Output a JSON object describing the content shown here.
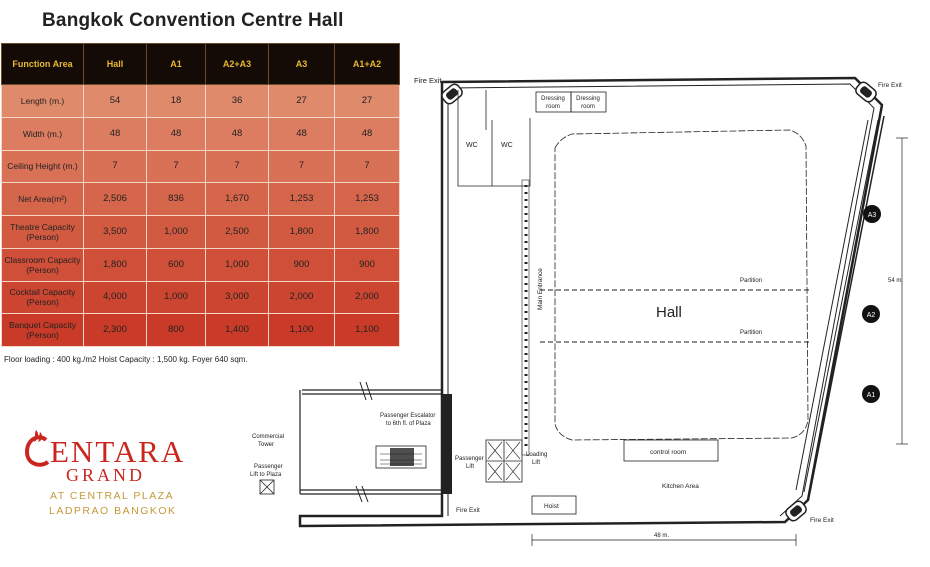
{
  "title": "Bangkok Convention Centre Hall",
  "table": {
    "headers": [
      "Function Area",
      "Hall",
      "A1",
      "A2+A3",
      "A3",
      "A1+A2"
    ],
    "rows": [
      {
        "label": "Length (m.)",
        "values": [
          "54",
          "18",
          "36",
          "27",
          "27"
        ],
        "bg": "#e08a6c"
      },
      {
        "label": "Width (m.)",
        "values": [
          "48",
          "48",
          "48",
          "48",
          "48"
        ],
        "bg": "#dc7c60"
      },
      {
        "label": "Ceiling Height (m.)",
        "values": [
          "7",
          "7",
          "7",
          "7",
          "7"
        ],
        "bg": "#d97156"
      },
      {
        "label": "Net Area(m²)",
        "values": [
          "2,506",
          "836",
          "1,670",
          "1,253",
          "1,253"
        ],
        "bg": "#d5664b"
      },
      {
        "label": "Theatre Capacity (Person)",
        "values": [
          "3,500",
          "1,000",
          "2,500",
          "1,800",
          "1,800"
        ],
        "bg": "#d25a41"
      },
      {
        "label": "Classroom Capacity (Person)",
        "values": [
          "1,800",
          "600",
          "1,000",
          "900",
          "900"
        ],
        "bg": "#cf4f38"
      },
      {
        "label": "Cocktail Capacity (Person)",
        "values": [
          "4,000",
          "1,000",
          "3,000",
          "2,000",
          "2,000"
        ],
        "bg": "#cc4530"
      },
      {
        "label": "Banquet Capacity (Person)",
        "values": [
          "2,300",
          "800",
          "1,400",
          "1,100",
          "1,100"
        ],
        "bg": "#c93b28"
      }
    ]
  },
  "footer_note": "Floor loading : 400 kg./m2    Hoist Capacity : 1,500 kg.    Foyer 640 sqm.",
  "logo": {
    "main": "ENTARA",
    "sub": "GRAND",
    "line1": "AT CENTRAL PLAZA",
    "line2": "LADPRAO BANGKOK",
    "red": "#c8261e",
    "gold": "#c49a3a"
  },
  "plan": {
    "labels": {
      "fire_exit_top_left": "Fire Exit",
      "fire_exit_top_right": "Fire Exit",
      "fire_exit_bottom_right": "Fire Exit",
      "fire_exit_bottom": "Fire Exit",
      "dressing_room_1": "Dressing room",
      "dressing_room_2": "Dressing room",
      "wc_1": "WC",
      "wc_2": "WC",
      "main_entrance": "Main Entrance",
      "partition_1": "Partition",
      "partition_2": "Partition",
      "hall": "Hall",
      "control_room": "control room",
      "kitchen_area": "Kitchen Area",
      "hoist": "Hoist",
      "loading_lift": "Loading Lift",
      "passenger_lift": "Passenger Lift",
      "passenger_escalator": "Passenger Escalator to 6th fl. of Plaza",
      "commercial_tower": "Commercial Tower",
      "passenger_lift_plaza": "Passenger Lift to Plaza",
      "dim_54": "54 m.",
      "dim_48": "48 m.",
      "zone_a3": "A3",
      "zone_a2": "A2",
      "zone_a1": "A1"
    }
  }
}
